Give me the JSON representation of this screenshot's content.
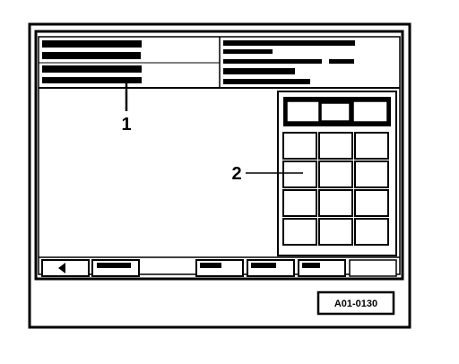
{
  "callouts": [
    {
      "number": "1",
      "target": "display-text-area"
    },
    {
      "number": "2",
      "target": "keypad"
    }
  ],
  "reference_code": "A01-0130",
  "colors": {
    "ink": "#000000",
    "paper": "#ffffff"
  },
  "keypad": {
    "rows": 4,
    "cols": 3
  },
  "softkeys": {
    "count": 6
  }
}
